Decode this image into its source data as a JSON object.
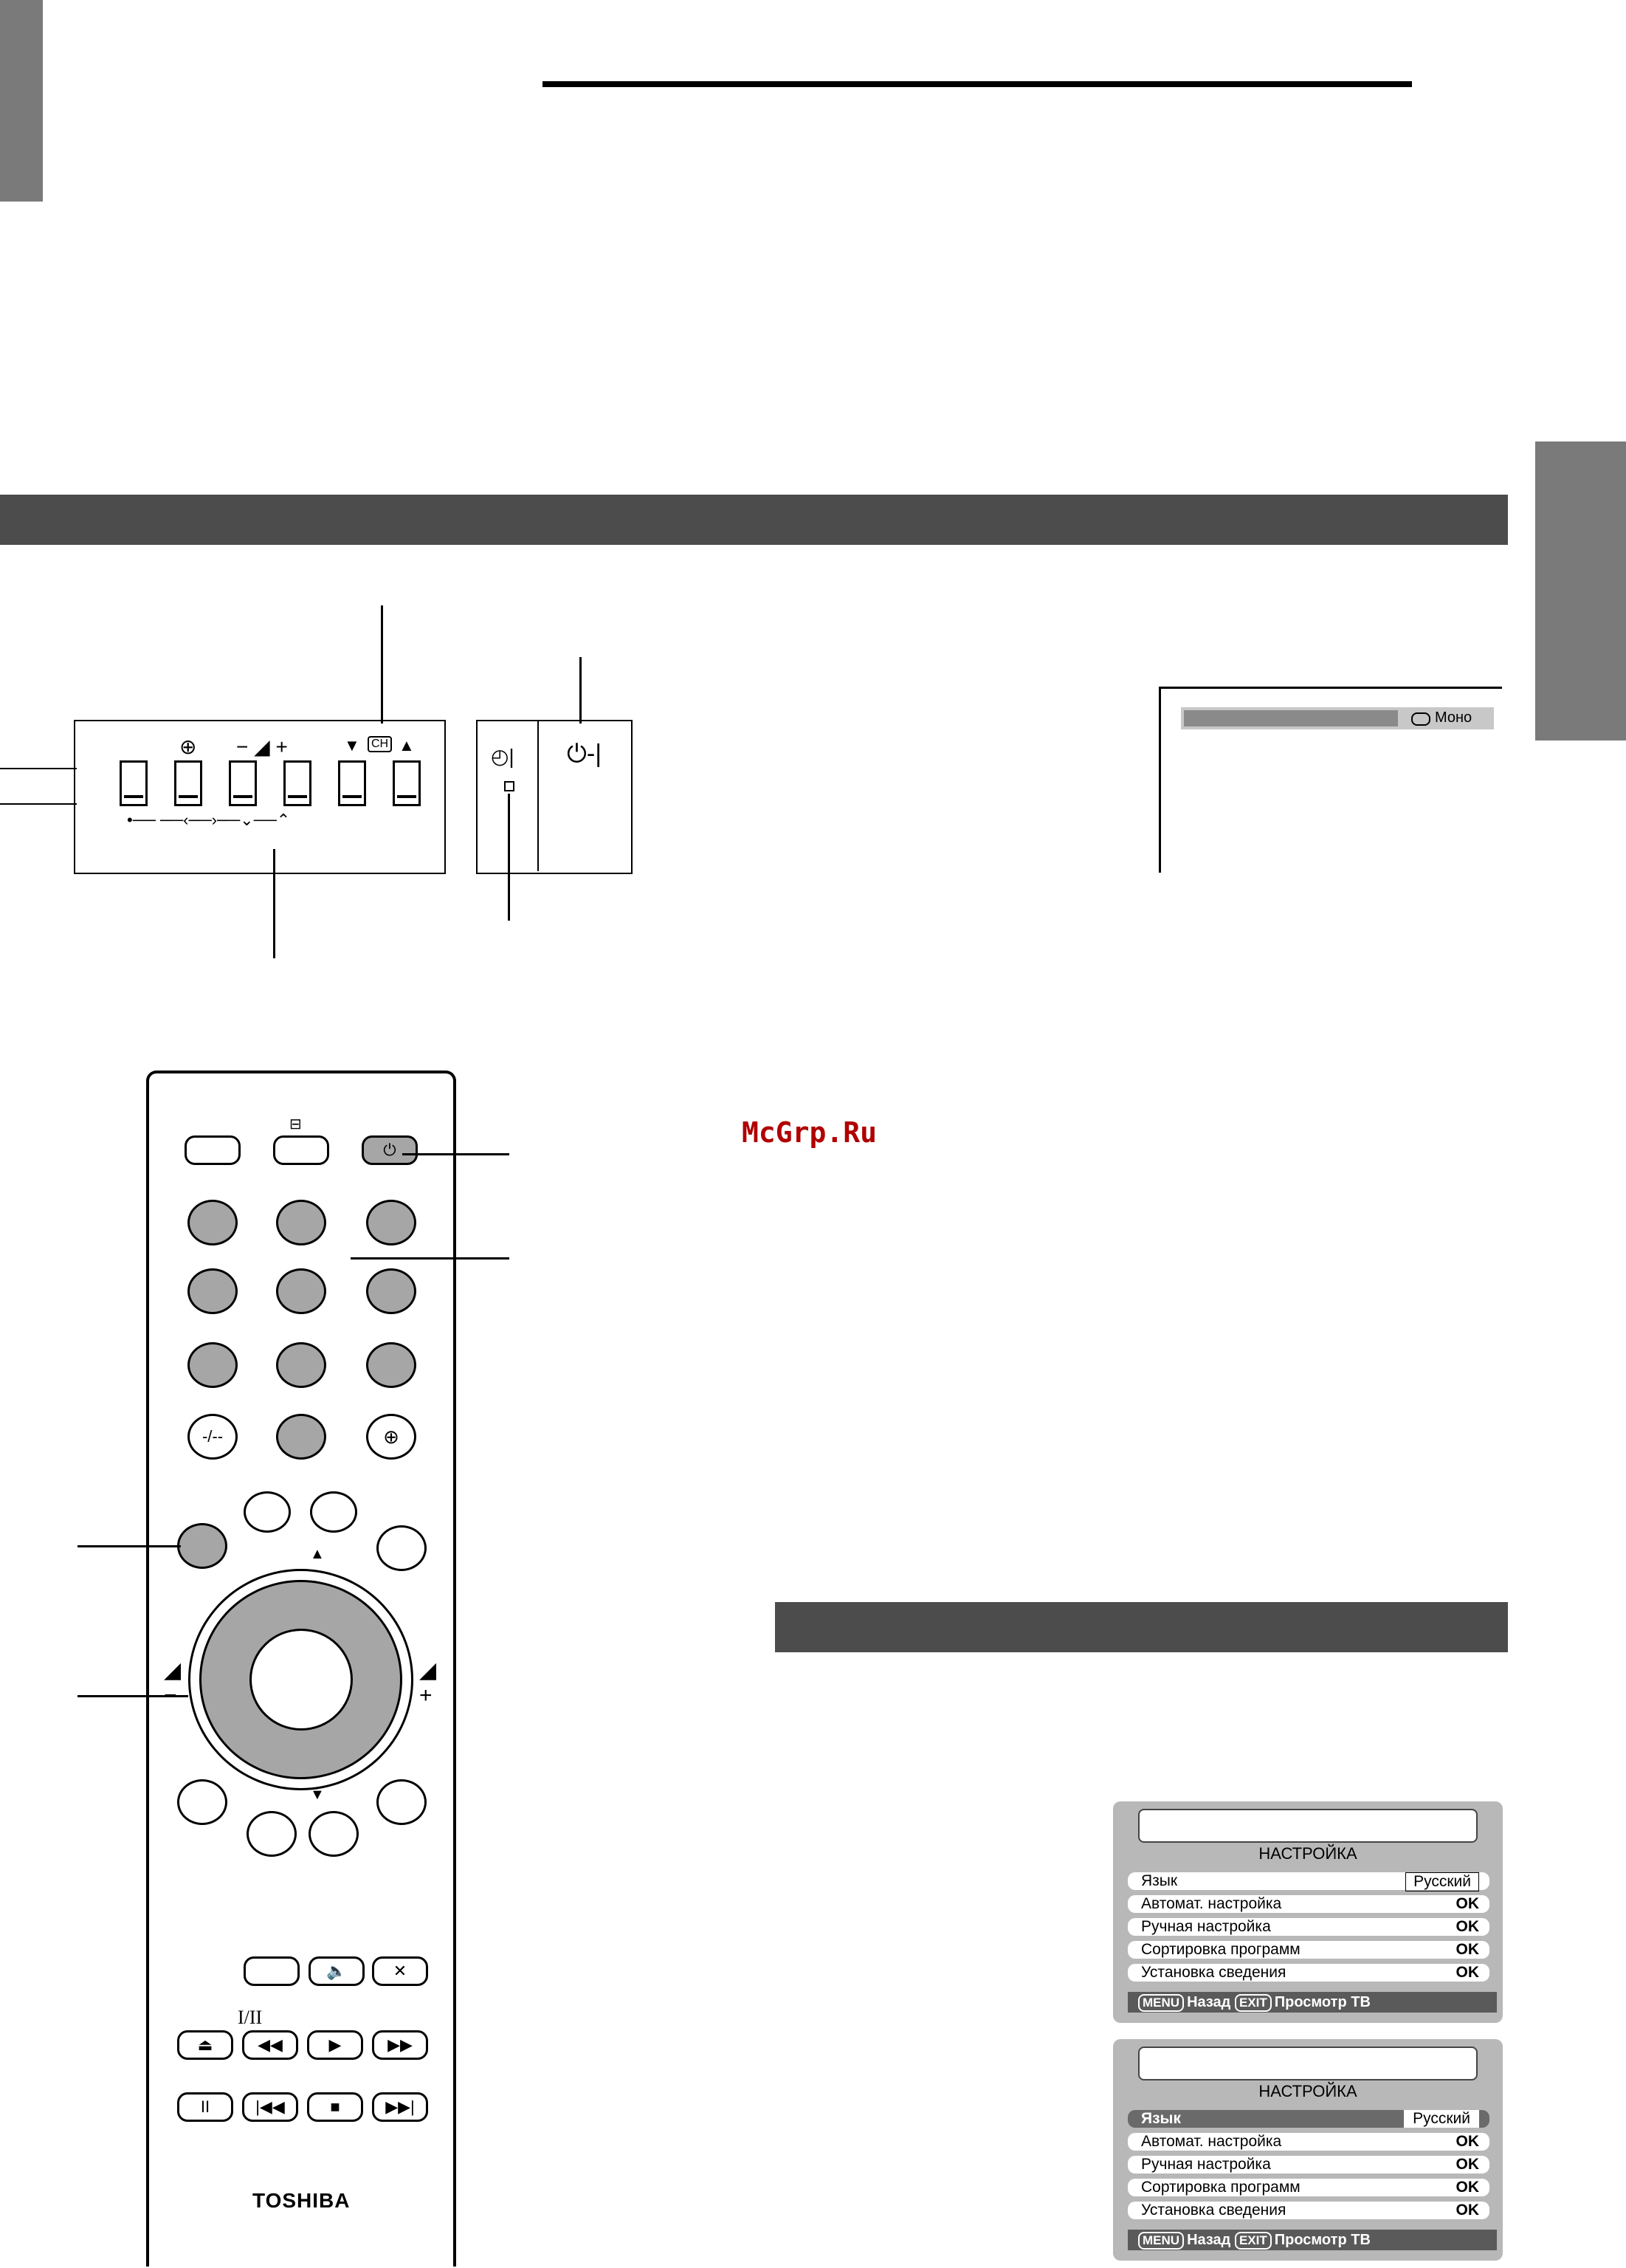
{
  "watermark": "McGrp.Ru",
  "brand": "TOSHIBA",
  "osd_mono": {
    "label": "Моно"
  },
  "menu_title": "НАСТРОЙКА",
  "menu_1": {
    "rows": [
      {
        "label": "Язык",
        "value": "Русский"
      },
      {
        "label": "Автомат. настройка",
        "value": "OK"
      },
      {
        "label": "Ручная настройка",
        "value": "OK"
      },
      {
        "label": "Сортировка программ",
        "value": "OK"
      },
      {
        "label": "Установка сведения",
        "value": "OK"
      }
    ],
    "footer": {
      "key1": "MENU",
      "text1": "Назад",
      "key2": "EXIT",
      "text2": "Просмотр ТВ"
    }
  },
  "menu_2": {
    "rows": [
      {
        "label": "Язык",
        "value": "Русский"
      },
      {
        "label": "Автомат. настройка",
        "value": "OK"
      },
      {
        "label": "Ручная настройка",
        "value": "OK"
      },
      {
        "label": "Сортировка программ",
        "value": "OK"
      },
      {
        "label": "Установка сведения",
        "value": "OK"
      }
    ],
    "footer": {
      "key1": "MENU",
      "text1": "Назад",
      "key2": "EXIT",
      "text2": "Просмотр ТВ"
    }
  },
  "remote": {
    "digit_entry": "-/--",
    "sound_mode": "I/II"
  },
  "panel": {
    "ch_label": "CH"
  },
  "colors": {
    "section_bar": "#4c4c4c",
    "grey_tab": "#7a7a7a",
    "button_grey": "#a6a6a6",
    "menu_bg": "#b8b8b8",
    "highlight_row": "#6a6a6a"
  }
}
